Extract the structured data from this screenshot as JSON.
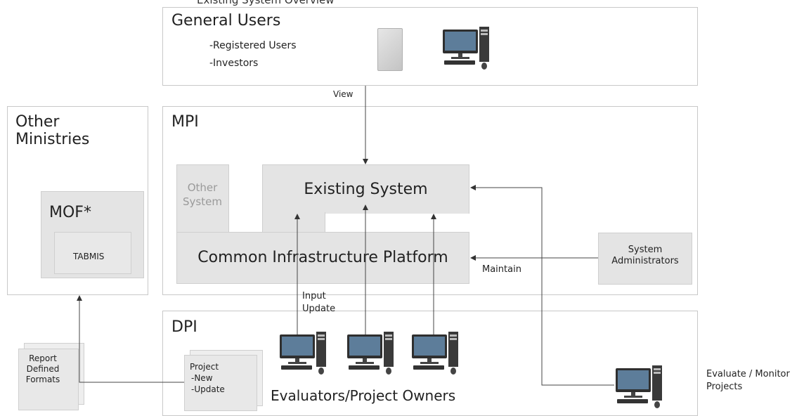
{
  "general_users": {
    "title": "General Users",
    "items": [
      "-Registered Users",
      "-Investors"
    ]
  },
  "other_ministries": {
    "title": "Other Ministries",
    "mof_title": "MOF*",
    "tabmis": "TABMIS"
  },
  "mpi": {
    "title": "MPI",
    "other_system": "Other System",
    "existing_system": "Existing System",
    "platform": "Common Infrastructure Platform"
  },
  "dpi": {
    "title": "DPI",
    "evaluators": "Evaluators/Project Owners"
  },
  "system_admins": "System Administrators",
  "docs": {
    "report": "Report Defined Formats",
    "project_title": "Project",
    "project_items": [
      "-New",
      "-Update"
    ]
  },
  "arrow_labels": {
    "view": "View",
    "input": "Input",
    "update": "Update",
    "maintain": "Maintain",
    "evaluate": "Evaluate / Monitor",
    "projects": "Projects"
  },
  "top_text": "Existing System Overview"
}
